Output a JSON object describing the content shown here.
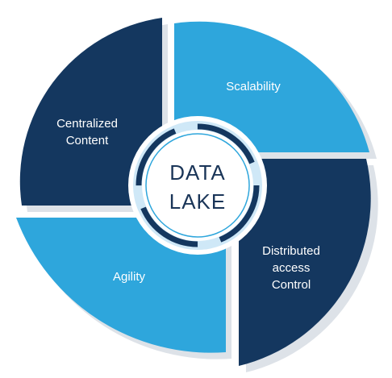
{
  "diagram": {
    "center": {
      "lines": [
        "DATA",
        "LAKE"
      ]
    },
    "segments": [
      {
        "id": "top-right",
        "lines": [
          "Scalability"
        ],
        "color": "#2ea6dc"
      },
      {
        "id": "bottom-right",
        "lines": [
          "Distributed",
          "access",
          "Control"
        ],
        "color": "#14375f"
      },
      {
        "id": "bottom-left",
        "lines": [
          "Agility"
        ],
        "color": "#2ea6dc"
      },
      {
        "id": "top-left",
        "lines": [
          "Centralized",
          "Content"
        ],
        "color": "#14375f"
      }
    ],
    "colors": {
      "dark_navy": "#14375f",
      "light_blue": "#2ea6dc",
      "shadow_gray": "#dde2e8",
      "pale_ring": "#cfe8f7",
      "center_text": "#1a3558"
    }
  }
}
